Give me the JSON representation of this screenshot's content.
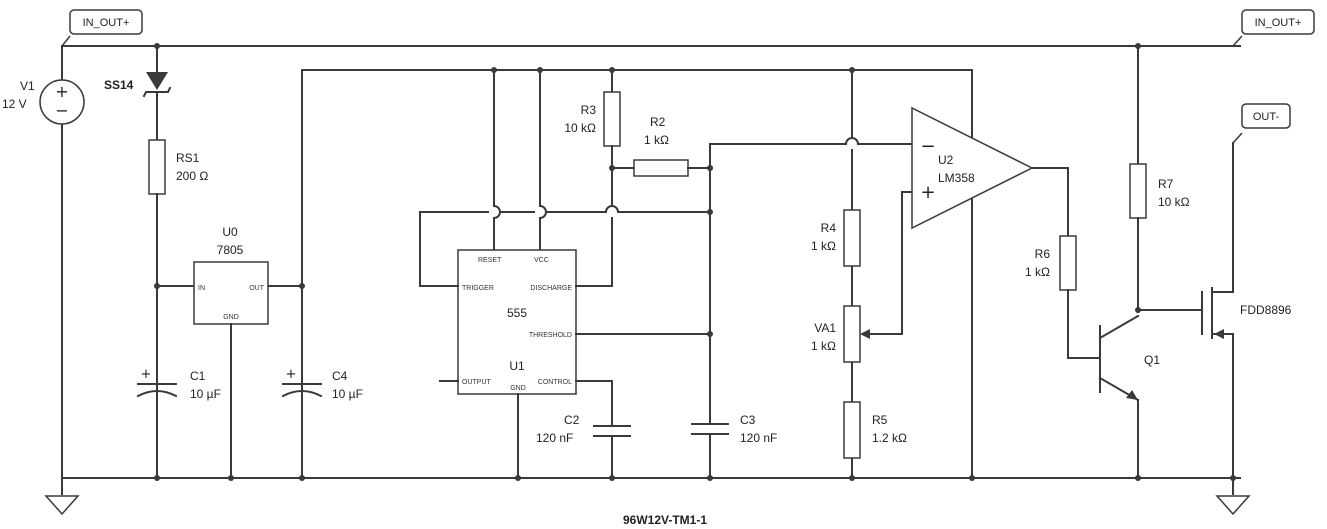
{
  "title": "96W12V-TM1-1",
  "net_labels": {
    "in_out_left": "IN_OUT+",
    "in_out_right": "IN_OUT+",
    "out_minus": "OUT-"
  },
  "v1": {
    "ref": "V1",
    "value": "12 V"
  },
  "d_ss14": {
    "ref": "SS14"
  },
  "rs1": {
    "ref": "RS1",
    "value": "200 Ω"
  },
  "u0": {
    "ref": "U0",
    "part": "7805",
    "pin_in": "IN",
    "pin_out": "OUT",
    "pin_gnd": "GND"
  },
  "c1": {
    "ref": "C1",
    "value": "10 µF"
  },
  "c4": {
    "ref": "C4",
    "value": "10 µF"
  },
  "u1": {
    "ref": "U1",
    "part": "555",
    "pin_reset": "RESET",
    "pin_vcc": "VCC",
    "pin_trigger": "TRIGGER",
    "pin_discharge": "DISCHARGE",
    "pin_threshold": "THRESHOLD",
    "pin_output": "OUTPUT",
    "pin_gnd": "GND",
    "pin_control": "CONTROL"
  },
  "r3": {
    "ref": "R3",
    "value": "10 kΩ"
  },
  "r2": {
    "ref": "R2",
    "value": "1 kΩ"
  },
  "c2": {
    "ref": "C2",
    "value": "120 nF"
  },
  "c3": {
    "ref": "C3",
    "value": "120 nF"
  },
  "r4": {
    "ref": "R4",
    "value": "1 kΩ"
  },
  "va1": {
    "ref": "VA1",
    "value": "1 kΩ"
  },
  "r5": {
    "ref": "R5",
    "value": "1.2 kΩ"
  },
  "u2": {
    "ref": "U2",
    "part": "LM358",
    "minus": "−",
    "plus": "+"
  },
  "r6": {
    "ref": "R6",
    "value": "1 kΩ"
  },
  "r7": {
    "ref": "R7",
    "value": "10 kΩ"
  },
  "q1": {
    "ref": "Q1"
  },
  "fet": {
    "ref": "FDD8896"
  },
  "v1_plus": "+",
  "v1_minus": "−",
  "c_plus": "+"
}
